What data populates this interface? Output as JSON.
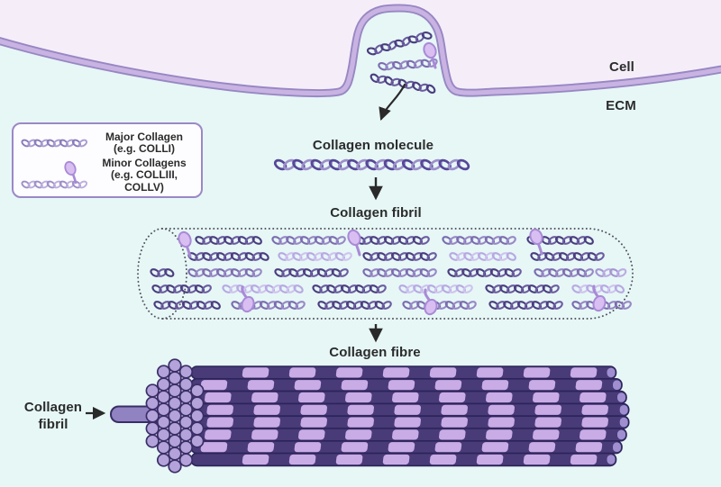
{
  "labels": {
    "cell": "Cell",
    "ecm": "ECM",
    "collagen_molecule": "Collagen molecule",
    "collagen_fibril": "Collagen fibril",
    "collagen_fibre": "Collagen fibre",
    "fibril_pointer_line1": "Collagen",
    "fibril_pointer_line2": "fibril"
  },
  "legend": {
    "items": [
      {
        "icon": "major-collagen-rope-icon",
        "line1": "Major Collagen",
        "line2": "(e.g. COLLI)"
      },
      {
        "icon": "minor-collagen-rope-icon",
        "line1": "Minor Collagens",
        "line2": "(e.g. COLLIII, COLLV)"
      }
    ]
  },
  "colors": {
    "background_ecm": "#e6f7f6",
    "background_cell": "#f5eef9",
    "membrane_fill": "#c8b3e2",
    "membrane_edge": "#9887c3",
    "rope_dark": "#4a3d7e",
    "rope_dark2": "#6c5ca0",
    "rope_mid": "#7b6cae",
    "rope_mid2": "#9888c6",
    "rope_light": "#a494d2",
    "rope_light2": "#bcace2",
    "rope_pale": "#b7a8e2",
    "rope_pale2": "#cfc3ee",
    "molecule_rope1": "#564798",
    "molecule_rope2": "#9d8fca",
    "minor_blob_fill": "#d9bef2",
    "minor_blob_stroke": "#a98ad6",
    "cylinder_dots": "#53515e",
    "fibre_dark": "#483b78",
    "fibre_light": "#c9abe6",
    "fibre_outline": "#2c2459",
    "fibre_cap": "#a08fd0",
    "fibril_rod": "#9182c2",
    "cross_section_fill": "#b4a2da",
    "cross_section_stroke": "#3a2e66",
    "arrow": "#2a2a2a",
    "text": "#2b2b2b",
    "legend_border": "#9c88c6"
  }
}
